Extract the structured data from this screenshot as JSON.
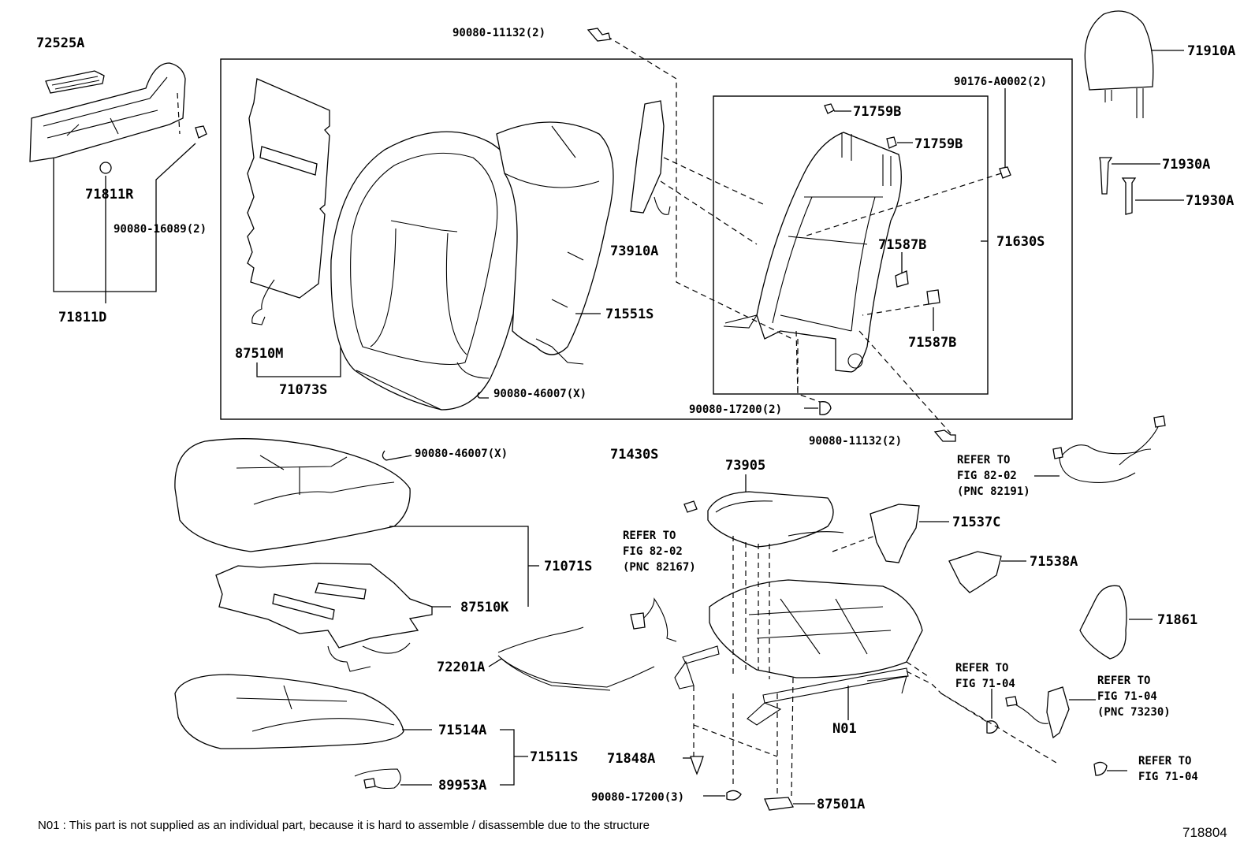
{
  "labels": {
    "p72525A": "72525A",
    "p71811R": "71811R",
    "p90080_16089": "90080-16089(2)",
    "p71811D": "71811D",
    "p90080_11132_top": "90080-11132(2)",
    "p87510M": "87510M",
    "p71073S": "71073S",
    "p90080_46007_upper": "90080-46007(X)",
    "p73910A": "73910A",
    "p71551S": "71551S",
    "p71759B_1": "71759B",
    "p71759B_2": "71759B",
    "p90176": "90176-A0002(2)",
    "p71587B_1": "71587B",
    "p71587B_2": "71587B",
    "p71630S": "71630S",
    "p90080_17200_upper": "90080-17200(2)",
    "p71430S": "71430S",
    "p90080_11132_mid": "90080-11132(2)",
    "p71910A": "71910A",
    "p71930A_1": "71930A",
    "p71930A_2": "71930A",
    "p90080_46007_lower": "90080-46007(X)",
    "p71071S": "71071S",
    "p87510K": "87510K",
    "p73905": "73905",
    "p71537C": "71537C",
    "p71538A": "71538A",
    "p71861": "71861",
    "p72201A": "72201A",
    "p71514A": "71514A",
    "p71511S": "71511S",
    "p89953A": "89953A",
    "p71848A": "71848A",
    "p90080_17200_lower": "90080-17200(3)",
    "p87501A": "87501A",
    "pN01": "N01"
  },
  "references": {
    "ref_82191": [
      "REFER TO",
      "FIG 82-02",
      "(PNC 82191)"
    ],
    "ref_82167": [
      "REFER TO",
      "FIG 82-02",
      "(PNC 82167)"
    ],
    "ref_71_04_a": [
      "REFER TO",
      "FIG 71-04"
    ],
    "ref_73230": [
      "REFER TO",
      "FIG 71-04",
      "(PNC 73230)"
    ],
    "ref_71_04_b": [
      "REFER TO",
      "FIG 71-04"
    ]
  },
  "footnote": "N01 : This part is not supplied as an individual part, because it is hard to assemble / disassemble due to the structure",
  "figure_code": "718804"
}
